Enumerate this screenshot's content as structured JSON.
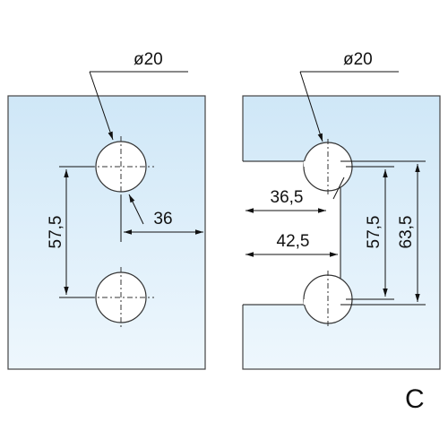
{
  "colors": {
    "glass_top": "#cfe7f7",
    "glass_bottom": "#eef7fd",
    "line": "#111111"
  },
  "left_panel": {
    "hole_diameter": "ø20",
    "vertical_spacing": "57,5",
    "edge_distance": "36"
  },
  "right_panel": {
    "hole_diameter": "ø20",
    "dim_upper": "36,5",
    "dim_lower": "42,5",
    "vertical_spacing": "57,5",
    "overall_height": "63,5"
  },
  "variant_letter": "C"
}
